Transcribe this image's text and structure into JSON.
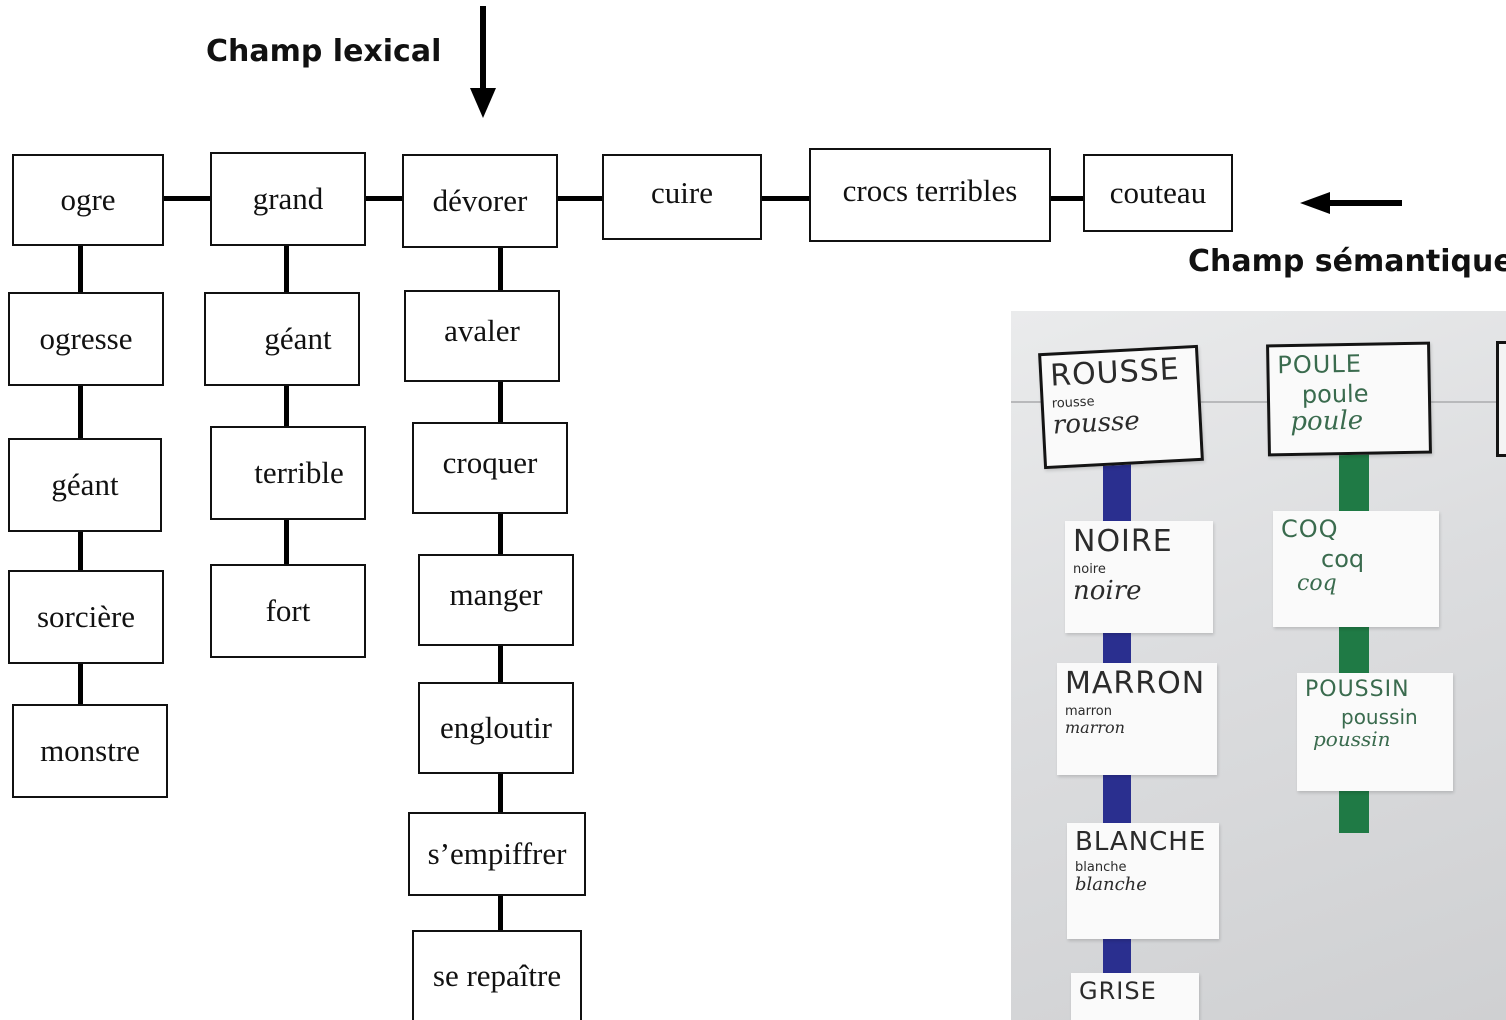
{
  "headings": {
    "lexical": "Champ lexical",
    "semantic": "Champ sémantique"
  },
  "chain": {
    "words": [
      "ogre",
      "grand",
      "dévorer",
      "cuire",
      "crocs terribles",
      "couteau"
    ]
  },
  "columns": {
    "ogre": [
      "ogresse",
      "géant",
      "sorcière",
      "monstre"
    ],
    "grand": [
      "géant",
      "terrible",
      "fort"
    ],
    "devorer": [
      "avaler",
      "croquer",
      "manger",
      "engloutir",
      "s’empiffrer",
      "se repaître"
    ]
  },
  "photo": {
    "ribbon_colors": {
      "left": "#2a2f8f",
      "right": "#1f7a45"
    },
    "left_cards": [
      {
        "caps": "ROUSSE",
        "print": "rousse",
        "script": "rousse"
      },
      {
        "caps": "NOIRE",
        "print": "noire",
        "script": "noire"
      },
      {
        "caps": "MARRON",
        "print": "marron",
        "script": "marron"
      },
      {
        "caps": "BLANCHE",
        "print": "blanche",
        "script": "blanche"
      },
      {
        "caps": "GRISE"
      }
    ],
    "right_cards": [
      {
        "caps": "POULE",
        "print": "poule",
        "script": "poule"
      },
      {
        "caps": "COQ",
        "print": "coq",
        "script": "coq"
      },
      {
        "caps": "POUSSIN",
        "print": "poussin",
        "script": "poussin"
      }
    ]
  }
}
